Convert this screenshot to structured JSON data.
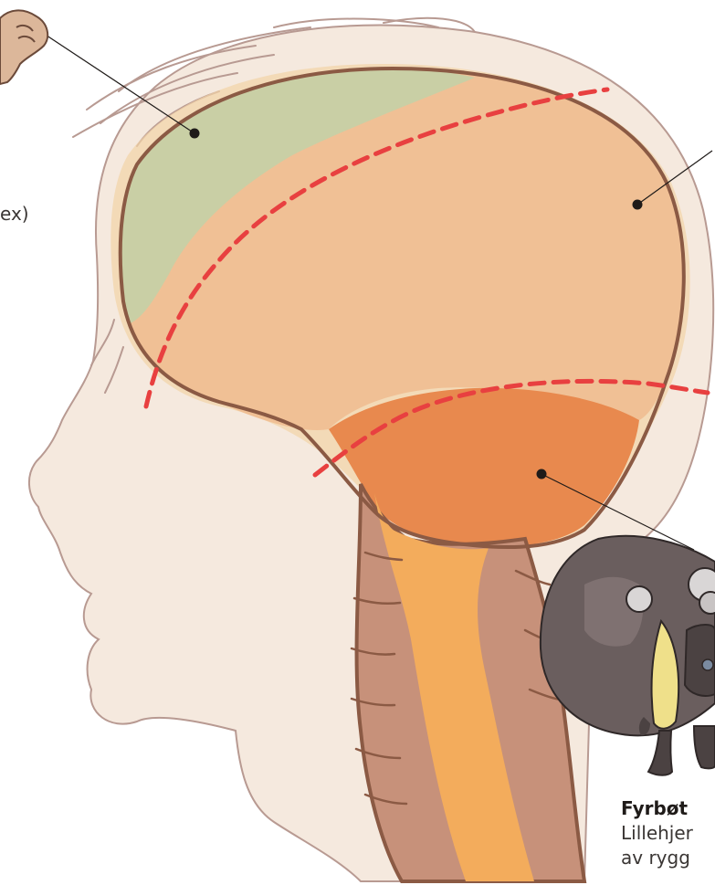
{
  "labels": {
    "left_partial": "ex)",
    "fyrboter_title": "Fyrbøt",
    "fyrboter_line1": "Lillehjer",
    "fyrboter_line2": "av rygg"
  },
  "colors": {
    "skin": "#f5e9de",
    "hair_stroke": "#b89a92",
    "brain_outline": "#8b5a44",
    "front_brain": "#c9cfa5",
    "mid_brain": "#f0c095",
    "hind_brain": "#e8894e",
    "spine_column": "#c7917a",
    "spinal_cord": "#f3ac5c",
    "divider": "#e84040",
    "character_dark": "#6a5e5e",
    "character_yellow": "#efe08a"
  }
}
